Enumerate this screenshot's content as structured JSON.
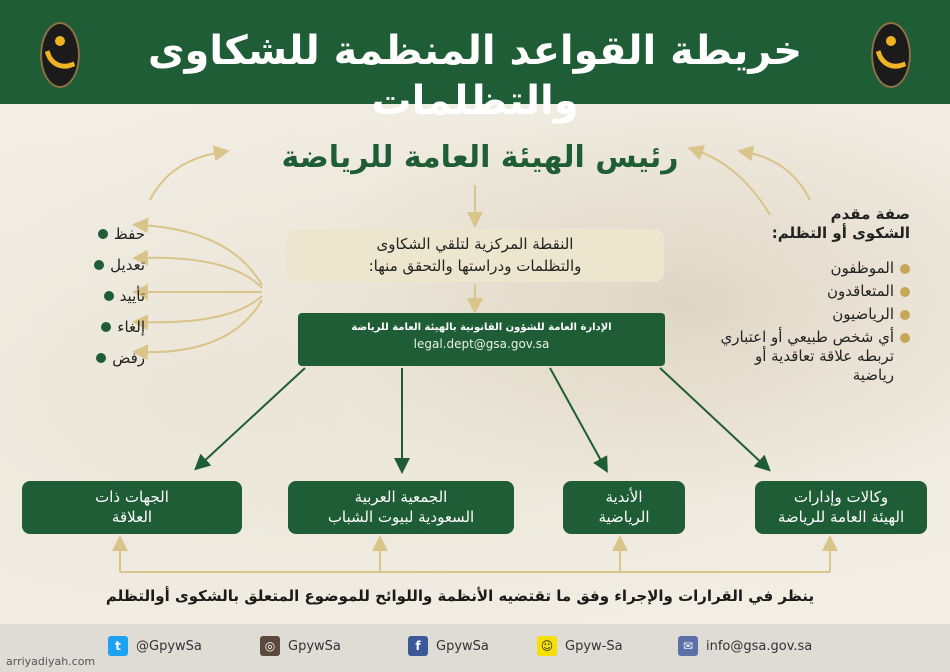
{
  "header": {
    "title": "خريطة القواعد المنظمة للشكاوى والتظلمات"
  },
  "president": "رئيس الهيئة العامة للرياضة",
  "central_point": {
    "line1": "النقطة المركزية لتلقي الشكاوى",
    "line2": "والتظلمات ودراستها والتحقق منها:"
  },
  "legal_dept": {
    "name": "الإدارة العامة للشؤون القانونية بالهيئة العامة للرياضة",
    "email": "legal.dept@gsa.gov.sa"
  },
  "outcomes": [
    "حفظ",
    "تعديل",
    "تأييد",
    "إلغاء",
    "رفض"
  ],
  "submitter": {
    "heading_line1": "صفة مقدم",
    "heading_line2": "الشكوى أو التظلم:",
    "items": [
      "الموظفون",
      "المتعاقدون",
      "الرياضيون",
      "أي شخص طبيعي أو اعتباري تربطه علاقة تعاقدية أو رياضية"
    ]
  },
  "target_boxes": {
    "related": {
      "line1": "الجهات ذات",
      "line2": "العلاقة"
    },
    "youth": {
      "line1": "الجمعية العربية",
      "line2": "السعودية لبيوت الشباب"
    },
    "clubs": {
      "line1": "الأندية",
      "line2": "الرياضية"
    },
    "agencies": {
      "line1": "وكالات وإدارات",
      "line2": "الهيئة العامة للرياضة"
    }
  },
  "bottom_note": "ينظر في القرارات والإجراء وفق ما تقتضيه الأنظمة واللوائح للموضوع المتعلق بالشكوى أوالتظلم",
  "footer": {
    "twitter": "@GpywSa",
    "instagram": "GpywSa",
    "facebook": "GpywSa",
    "snapchat": "Gpyw-Sa",
    "email": "info@gsa.gov.sa"
  },
  "watermark": "arriyadiyah.com",
  "colors": {
    "primary_green": "#1e5d35",
    "gold": "#c6a758",
    "beige_box": "#ece6cf"
  },
  "icons": [
    "twitter-icon",
    "instagram-icon",
    "facebook-icon",
    "snapchat-icon",
    "mail-icon",
    "logo-icon"
  ]
}
